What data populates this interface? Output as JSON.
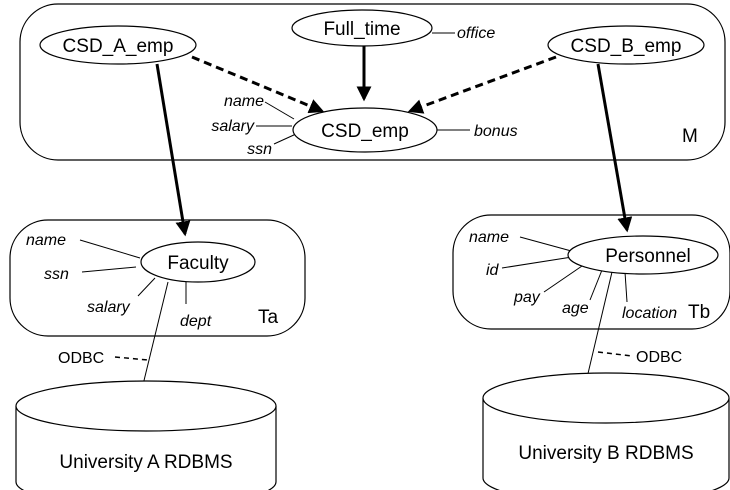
{
  "schemas": {
    "mediator": "M",
    "source_a": "Ta",
    "source_b": "Tb"
  },
  "nodes": {
    "csd_a_emp": "CSD_A_emp",
    "full_time": "Full_time",
    "csd_b_emp": "CSD_B_emp",
    "csd_emp": "CSD_emp",
    "faculty": "Faculty",
    "personnel": "Personnel"
  },
  "attributes": {
    "full_time": [
      "office"
    ],
    "csd_emp": [
      "name",
      "salary",
      "ssn",
      "bonus"
    ],
    "faculty": [
      "name",
      "ssn",
      "salary",
      "dept"
    ],
    "personnel": [
      "name",
      "id",
      "pay",
      "age",
      "location"
    ]
  },
  "connections": {
    "a": "ODBC",
    "b": "ODBC"
  },
  "databases": {
    "a": "University A RDBMS",
    "b": "University B RDBMS"
  }
}
